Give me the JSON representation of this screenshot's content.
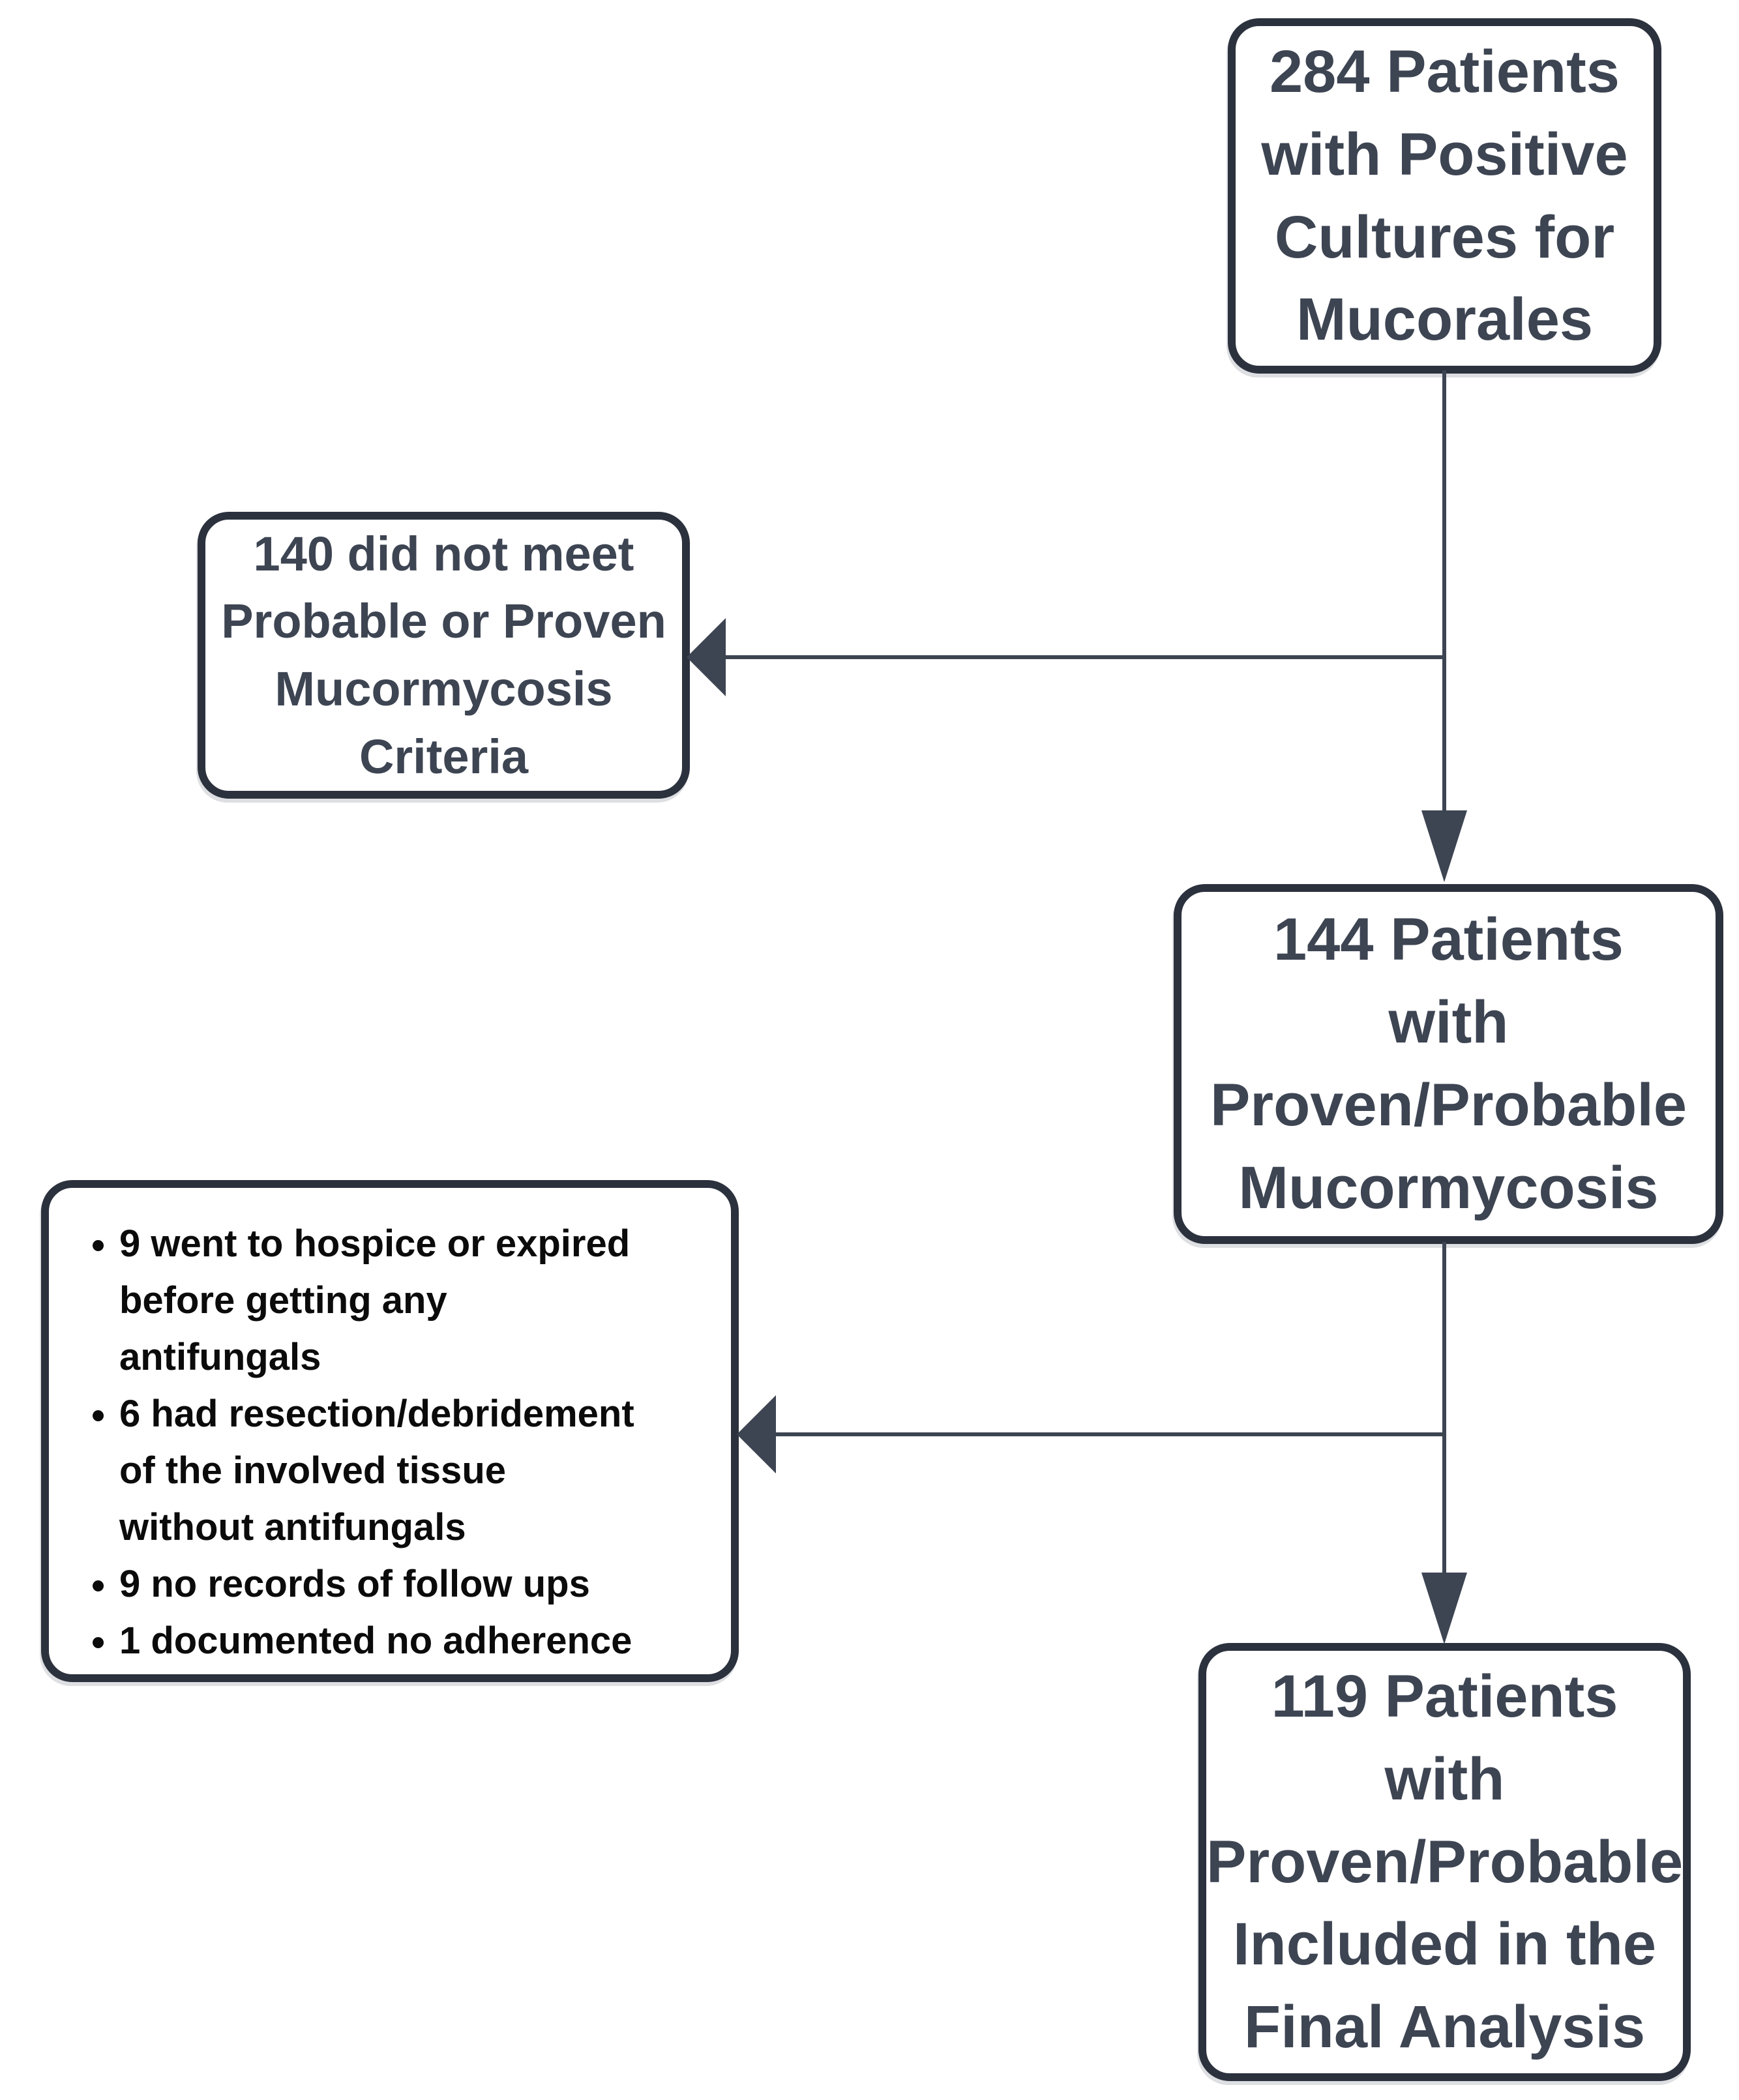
{
  "diagram": {
    "background": "#ffffff",
    "colors": {
      "box_border": "#2b313d",
      "node_text": "#3d4452",
      "exclusion_text": "#0b0b0b",
      "connector": "#3d4452"
    },
    "nodes": {
      "positive_cultures": {
        "label": "284 Patients\nwith Positive\nCultures for\nMucorales"
      },
      "not_meeting_criteria": {
        "label": "140 did not meet\nProbable or Proven\nMucormycosis\nCriteria"
      },
      "proven_probable": {
        "label": "144 Patients\nwith\nProven/Probable\nMucormycosis"
      },
      "exclusions": {
        "bullets": [
          "9 went to hospice or expired\nbefore getting any\nantifungals",
          "6 had resection/debridement\nof the involved tissue\nwithout antifungals",
          "9 no records of follow ups",
          "1 documented no adherence"
        ]
      },
      "final_analysis": {
        "label": "119 Patients\nwith\nProven/Probable\nIncluded in the\nFinal Analysis"
      }
    }
  }
}
